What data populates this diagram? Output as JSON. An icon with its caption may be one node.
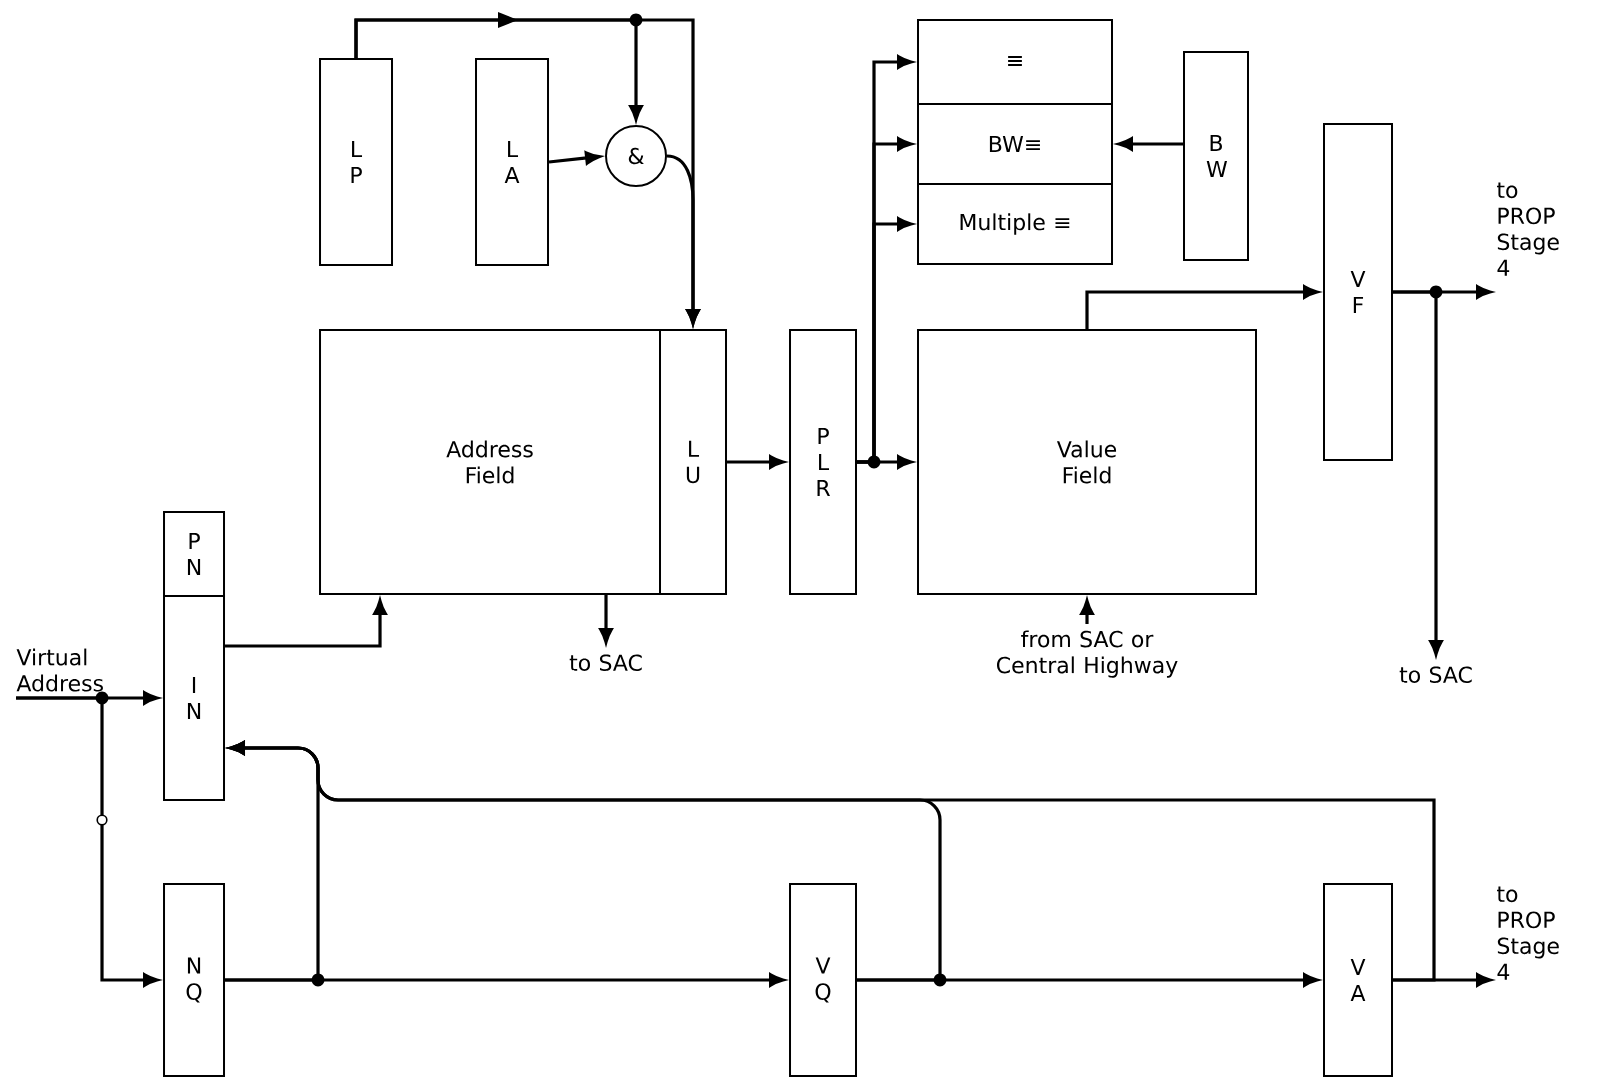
{
  "diagram": {
    "nodes": [
      {
        "text": [
          "L P"
        ]
      },
      {
        "text": [
          "L A"
        ]
      },
      {
        "text": [
          "&"
        ]
      },
      {
        "text": [
          "Address Field"
        ]
      },
      {
        "text": [
          "L U"
        ]
      },
      {
        "text": [
          "P L R"
        ]
      },
      {
        "text": [
          "≡"
        ]
      },
      {
        "text": [
          "BW≡"
        ]
      },
      {
        "text": [
          "Multiple ≡"
        ]
      },
      {
        "text": [
          "B W"
        ]
      },
      {
        "text": [
          "Value Field"
        ]
      },
      {
        "text": [
          "V F"
        ]
      },
      {
        "text": [
          "P N"
        ]
      },
      {
        "text": [
          "I N"
        ]
      },
      {
        "text": [
          "N Q"
        ]
      },
      {
        "text": [
          "V Q"
        ]
      },
      {
        "text": [
          "V A"
        ]
      },
      {
        "text": [
          "Virtual Address"
        ]
      },
      {
        "text": [
          "to SAC"
        ]
      },
      {
        "text": [
          "from SAC or Central Highway"
        ]
      },
      {
        "text": [
          "to SAC"
        ]
      },
      {
        "text": [
          "to PROP Stage 4"
        ]
      },
      {
        "text": [
          "to PROP Stage 4"
        ]
      }
    ],
    "edges": [
      {
        "from": 0,
        "to": 4,
        "arrow": "to"
      },
      {
        "from": 0,
        "to": 2,
        "arrow": "to"
      },
      {
        "from": 1,
        "to": 2,
        "arrow": "to"
      },
      {
        "from": 2,
        "to": 4,
        "arrow": "to"
      },
      {
        "from": 4,
        "to": 5,
        "arrow": "to"
      },
      {
        "from": 5,
        "to": 6,
        "arrow": "to"
      },
      {
        "from": 5,
        "to": 7,
        "arrow": "to"
      },
      {
        "from": 5,
        "to": 8,
        "arrow": "to"
      },
      {
        "from": 5,
        "to": 10,
        "arrow": "to"
      },
      {
        "from": 9,
        "to": 7,
        "arrow": "to"
      },
      {
        "from": 10,
        "to": 11,
        "arrow": "to"
      },
      {
        "from": 11,
        "to": 21,
        "arrow": "to"
      },
      {
        "from": 11,
        "to": 20,
        "arrow": "to"
      },
      {
        "from": 13,
        "to": 3,
        "arrow": "to"
      },
      {
        "from": 3,
        "to": 18,
        "arrow": "to"
      },
      {
        "from": 19,
        "to": 10,
        "arrow": "to"
      },
      {
        "from": 17,
        "to": 13,
        "arrow": "to"
      },
      {
        "from": 17,
        "to": 14,
        "arrow": "to"
      },
      {
        "from": 14,
        "to": 15,
        "arrow": "to"
      },
      {
        "from": 14,
        "to": 13,
        "arrow": "to"
      },
      {
        "from": 15,
        "to": 16,
        "arrow": "to"
      },
      {
        "from": 15,
        "to": 13,
        "arrow": "to"
      },
      {
        "from": 16,
        "to": 13,
        "arrow": "to"
      },
      {
        "from": 16,
        "to": 22,
        "arrow": "to"
      }
    ]
  }
}
